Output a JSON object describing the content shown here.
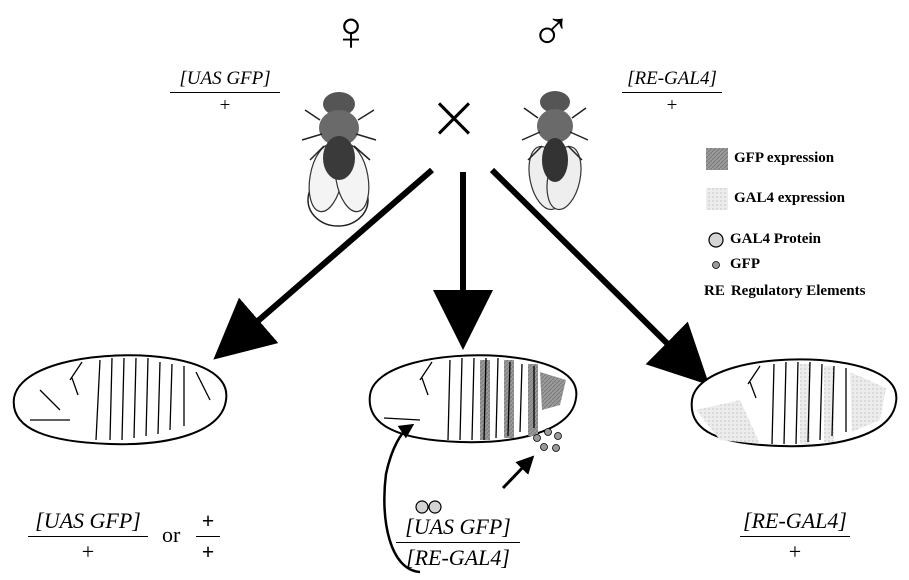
{
  "symbols": {
    "female": "♀",
    "male": "♂",
    "cross": "×"
  },
  "parents": {
    "female_genotype": {
      "top": "[UAS GFP]",
      "bottom": "+"
    },
    "male_genotype": {
      "top": "[RE-GAL4]",
      "bottom": "+"
    }
  },
  "legend": {
    "items": [
      {
        "label": "GFP expression",
        "color": "#9a9a9a"
      },
      {
        "label": "GAL4 expression",
        "color": "#dcdcdc"
      },
      {
        "label": "GAL4 Protein",
        "color": "#c8c8c8"
      },
      {
        "label": "GFP",
        "color": "#888888"
      }
    ],
    "re_abbr": "RE",
    "re_label": "Regulatory Elements"
  },
  "offspring": {
    "left": {
      "top": "[UAS GFP]",
      "bottom": "+",
      "or": "or",
      "alt_top": "+",
      "alt_bottom": "+"
    },
    "middle": {
      "top": "[UAS GFP]",
      "bottom": "[RE-GAL4]"
    },
    "right": {
      "top": "[RE-GAL4]",
      "bottom": "+"
    }
  }
}
